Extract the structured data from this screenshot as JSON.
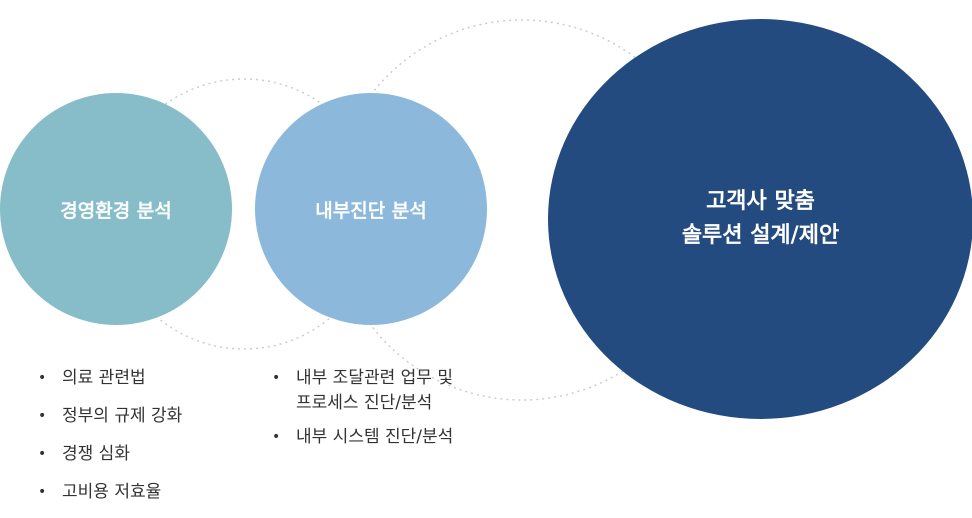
{
  "colors": {
    "circle_env": "#86BDC8",
    "circle_internal": "#8BB8DB",
    "circle_solution": "#244B80",
    "dotted_ring": "#C9CED4",
    "text": "#333333"
  },
  "circles": [
    {
      "label": "경영환경 분석"
    },
    {
      "label": "내부진단 분석"
    },
    {
      "label_lines": [
        "고객사 맞춤",
        "솔루션 설계/제안"
      ]
    }
  ],
  "lists": [
    {
      "bullet": "•",
      "items": [
        "의료 관련법",
        "정부의 규제 강화",
        "경쟁 심화",
        "고비용 저효율"
      ]
    },
    {
      "bullet": "•",
      "items": [
        {
          "lines": [
            "내부 조달관련 업무 및",
            "프로세스 진단/분석"
          ]
        },
        {
          "lines": [
            "내부 시스템 진단/분석"
          ]
        }
      ]
    }
  ]
}
